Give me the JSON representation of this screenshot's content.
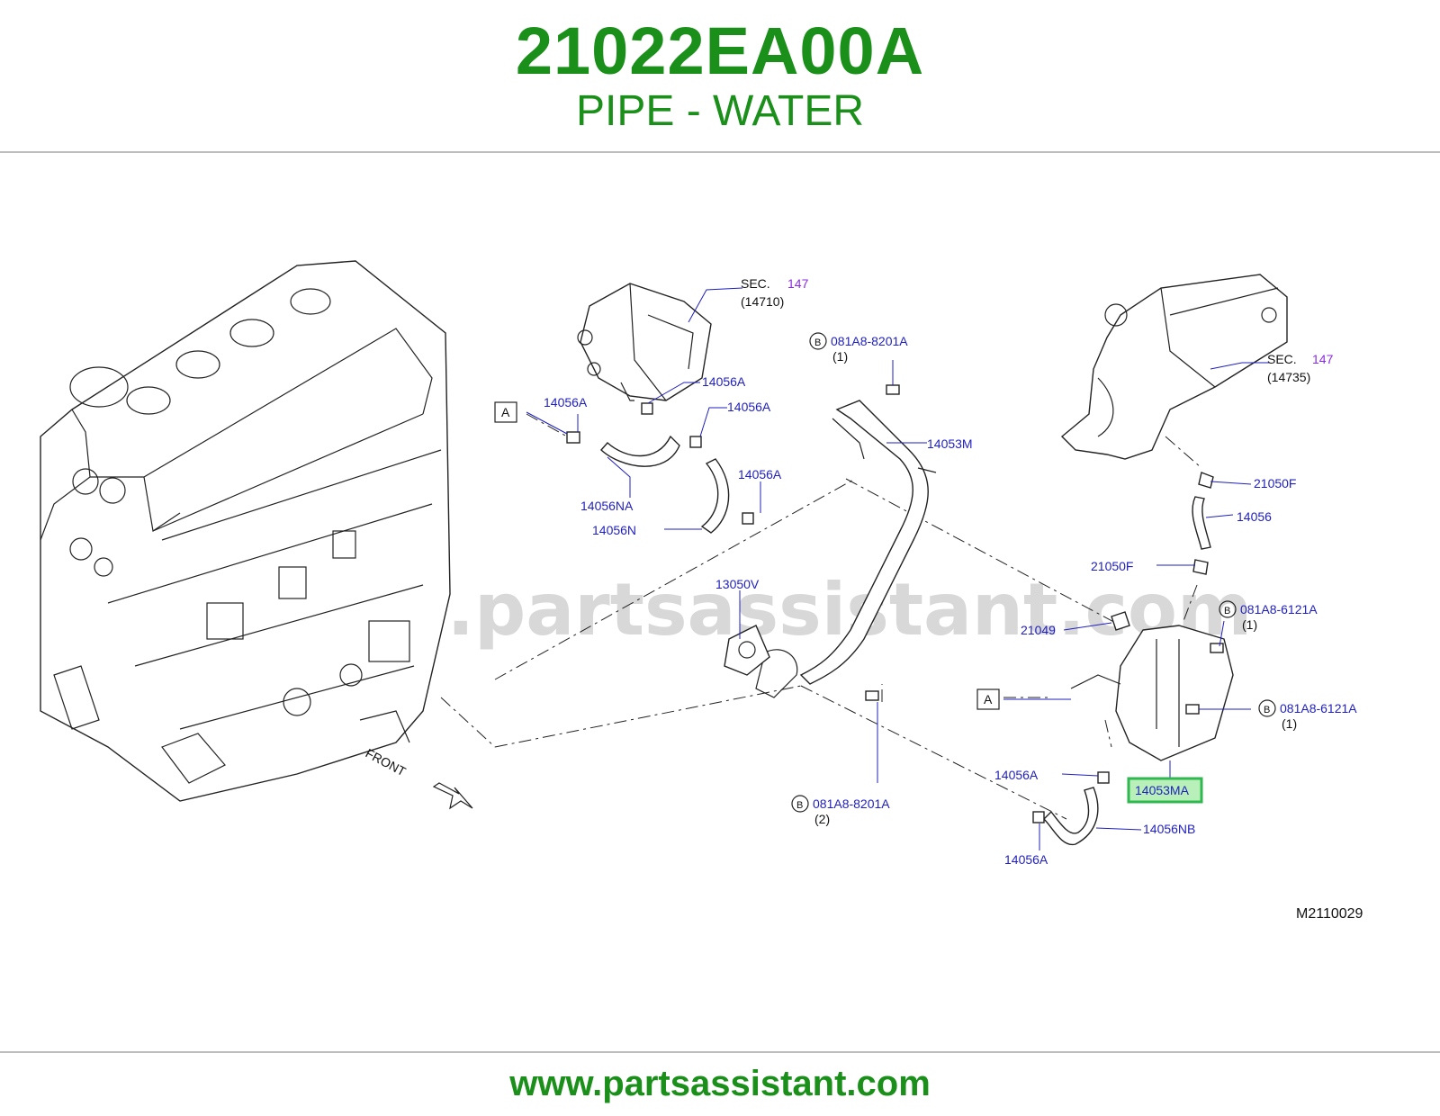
{
  "header": {
    "part_number": "21022EA00A",
    "part_name": "PIPE - WATER"
  },
  "diagram": {
    "watermark": "www.partsassistant.com",
    "front_label": "FRONT",
    "ref_code": "M2110029",
    "sec_147_14710": {
      "sec": "SEC.",
      "num": "147",
      "sub": "(14710)"
    },
    "sec_147_14735": {
      "sec": "SEC.",
      "num": "147",
      "sub": "(14735)"
    },
    "callouts": {
      "bolt_8201_1": {
        "b": "B",
        "code": "081A8-8201A",
        "qty": "(1)"
      },
      "bolt_8201_2": {
        "b": "B",
        "code": "081A8-8201A",
        "qty": "(2)"
      },
      "bolt_6121_top": {
        "b": "B",
        "code": "081A8-6121A",
        "qty": "(1)"
      },
      "bolt_6121_bottom": {
        "b": "B",
        "code": "081A8-6121A",
        "qty": "(1)"
      },
      "clamp_a1": "14056A",
      "clamp_a2": "14056A",
      "clamp_a3": "14056A",
      "clamp_a4": "14056A",
      "clamp_a5": "14056A",
      "clamp_a6": "14056A",
      "hose_na": "14056NA",
      "hose_n": "14056N",
      "hose_nb": "14056NB",
      "hose_14056": "14056",
      "pipe_m": "14053M",
      "pipe_ma": "14053MA",
      "gasket": "13050V",
      "clip_f1": "21050F",
      "clip_f2": "21050F",
      "connector": "21049",
      "ref_a1": "A",
      "ref_a2": "A"
    }
  },
  "footer": {
    "url": "www.partsassistant.com"
  },
  "colors": {
    "brand_green": "#1a8f1a",
    "callout_blue": "#1f1fbf",
    "sec_purple": "#8a2be2",
    "highlight": "#33cc66"
  }
}
